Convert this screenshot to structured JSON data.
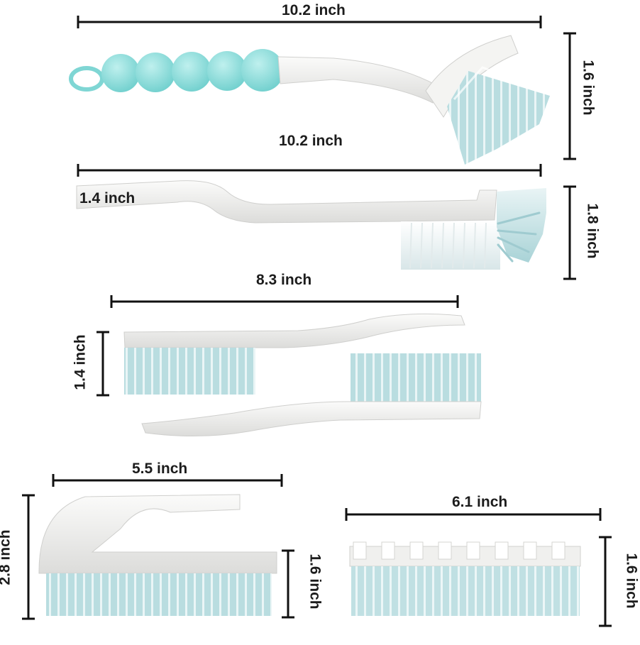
{
  "photo": {
    "subject": "brush set with dimension annotations",
    "colors": {
      "handle_white": "#f1f1ef",
      "bristle_blue": "#b8dde0",
      "grip_teal": "#7fd6d4",
      "dimension_line": "#111111"
    }
  },
  "dimensions": {
    "dish_brush_length": "10.2 inch",
    "dish_brush_height": "1.6 inch",
    "corner_brush_length": "10.2 inch",
    "corner_brush_handle_width": "1.4 inch",
    "corner_brush_height": "1.8 inch",
    "crevice_brush_length": "8.3 inch",
    "crevice_brush_height": "1.4 inch",
    "scrub_brush_length": "5.5 inch",
    "scrub_brush_total_height": "2.8 inch",
    "scrub_brush_body_height": "1.6 inch",
    "curved_brush_length": "6.1 inch",
    "curved_brush_height": "1.6 inch"
  }
}
